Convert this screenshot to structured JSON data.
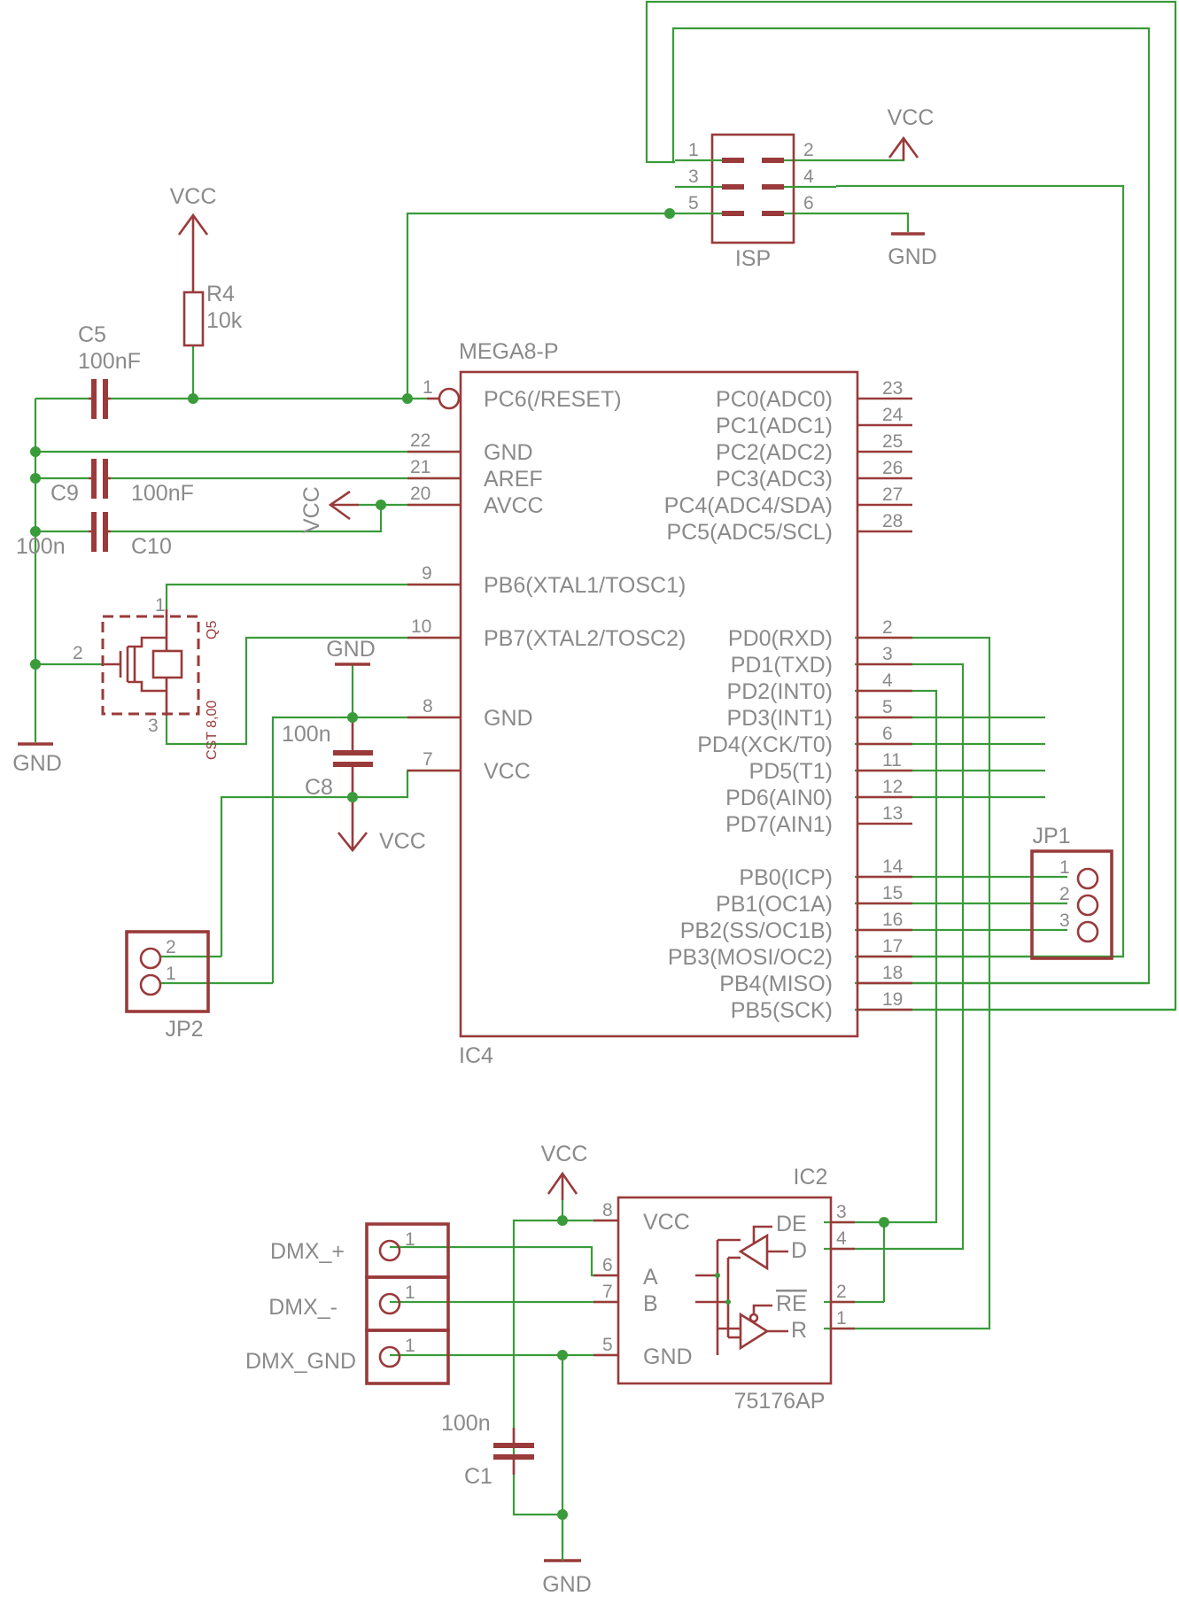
{
  "ic4": {
    "ref": "IC4",
    "value": "MEGA8-P",
    "left_pins": [
      {
        "num": "1",
        "name": "PC6(/RESET)"
      },
      {
        "num": "22",
        "name": "GND"
      },
      {
        "num": "21",
        "name": "AREF"
      },
      {
        "num": "20",
        "name": "AVCC"
      },
      {
        "num": "9",
        "name": "PB6(XTAL1/TOSC1)"
      },
      {
        "num": "10",
        "name": "PB7(XTAL2/TOSC2)"
      },
      {
        "num": "8",
        "name": "GND"
      },
      {
        "num": "7",
        "name": "VCC"
      }
    ],
    "right_pins": [
      {
        "num": "23",
        "name": "PC0(ADC0)"
      },
      {
        "num": "24",
        "name": "PC1(ADC1)"
      },
      {
        "num": "25",
        "name": "PC2(ADC2)"
      },
      {
        "num": "26",
        "name": "PC3(ADC3)"
      },
      {
        "num": "27",
        "name": "PC4(ADC4/SDA)"
      },
      {
        "num": "28",
        "name": "PC5(ADC5/SCL)"
      },
      {
        "num": "2",
        "name": "PD0(RXD)"
      },
      {
        "num": "3",
        "name": "PD1(TXD)"
      },
      {
        "num": "4",
        "name": "PD2(INT0)"
      },
      {
        "num": "5",
        "name": "PD3(INT1)"
      },
      {
        "num": "6",
        "name": "PD4(XCK/T0)"
      },
      {
        "num": "11",
        "name": "PD5(T1)"
      },
      {
        "num": "12",
        "name": "PD6(AIN0)"
      },
      {
        "num": "13",
        "name": "PD7(AIN1)"
      },
      {
        "num": "14",
        "name": "PB0(ICP)"
      },
      {
        "num": "15",
        "name": "PB1(OC1A)"
      },
      {
        "num": "16",
        "name": "PB2(SS/OC1B)"
      },
      {
        "num": "17",
        "name": "PB3(MOSI/OC2)"
      },
      {
        "num": "18",
        "name": "PB4(MISO)"
      },
      {
        "num": "19",
        "name": "PB5(SCK)"
      }
    ]
  },
  "isp": {
    "ref": "ISP",
    "pins": [
      "1",
      "2",
      "3",
      "4",
      "5",
      "6"
    ]
  },
  "r4": {
    "ref": "R4",
    "value": "10k"
  },
  "c5": {
    "ref": "C5",
    "value": "100nF"
  },
  "c9": {
    "ref": "C9",
    "value": "100nF"
  },
  "c10": {
    "ref": "C10",
    "value": "100n"
  },
  "c8": {
    "ref": "C8",
    "value": "100n"
  },
  "c1": {
    "ref": "C1",
    "value": "100n"
  },
  "q5": {
    "ref": "Q5",
    "value": "CST 8,00",
    "pins": [
      "1",
      "2",
      "3"
    ]
  },
  "jp1": {
    "ref": "JP1",
    "pins": [
      "1",
      "2",
      "3"
    ]
  },
  "jp2": {
    "ref": "JP2",
    "pins": [
      "2",
      "1"
    ]
  },
  "ic2": {
    "ref": "IC2",
    "value": "75176AP",
    "left_pins": [
      {
        "num": "8",
        "name": "VCC"
      },
      {
        "num": "6",
        "name": "A"
      },
      {
        "num": "7",
        "name": "B"
      },
      {
        "num": "5",
        "name": "GND"
      }
    ],
    "right_pins": [
      {
        "num": "3",
        "name": "DE"
      },
      {
        "num": "4",
        "name": "D"
      },
      {
        "num": "2",
        "name": "RE"
      },
      {
        "num": "1",
        "name": "R"
      }
    ]
  },
  "dmx": [
    {
      "label": "DMX_+",
      "pin": "1"
    },
    {
      "label": "DMX_-",
      "pin": "1"
    },
    {
      "label": "DMX_GND",
      "pin": "1"
    }
  ],
  "supply": {
    "vcc": "VCC",
    "gnd": "GND"
  }
}
